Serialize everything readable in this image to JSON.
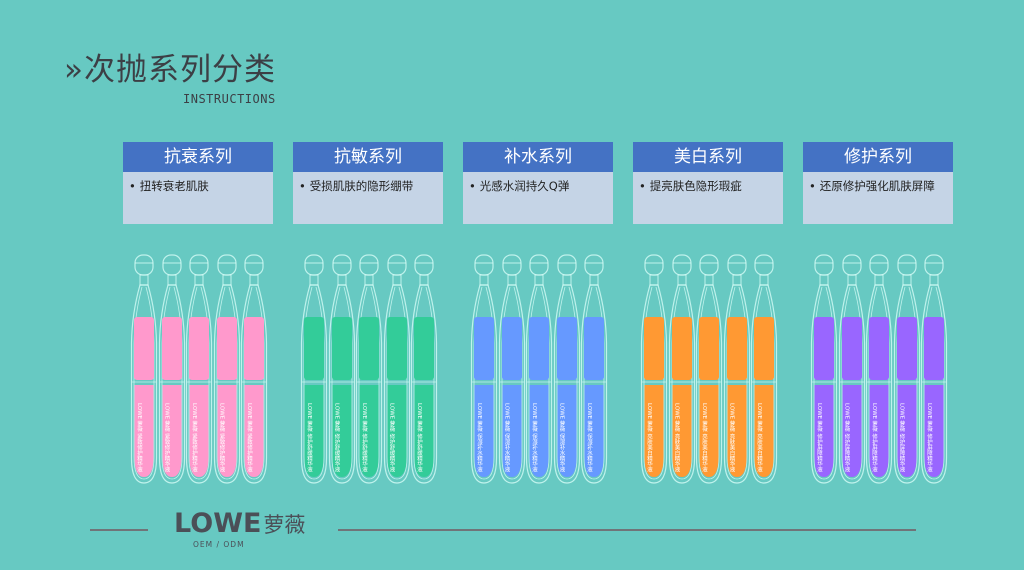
{
  "header": {
    "title": "»次抛系列分类",
    "subtitle": "INSTRUCTIONS"
  },
  "series": [
    {
      "name": "抗衰系列",
      "bullet": "扭转衰老肌肤",
      "color": "#ff99cc",
      "vial_label": "LOWE 萝薇 紧致修护精华液"
    },
    {
      "name": "抗敏系列",
      "bullet": "受损肌肤的隐形绷带",
      "color": "#33cc99",
      "vial_label": "LOWE 萝薇 修护舒缓精华液"
    },
    {
      "name": "补水系列",
      "bullet": "光感水润持久Q弹",
      "color": "#6699ff",
      "vial_label": "LOWE 萝薇 保湿补水精华液"
    },
    {
      "name": "美白系列",
      "bullet": "提亮肤色隐形瑕疵",
      "color": "#ff9933",
      "vial_label": "LOWE 萝薇 亮肤美白精华液"
    },
    {
      "name": "修护系列",
      "bullet": "还原修护强化肌肤屏障",
      "color": "#9966ff",
      "vial_label": "LOWE 萝薇 修护屏障精华液"
    }
  ],
  "footer": {
    "logo": "LOWE",
    "logo_cn": "萝薇",
    "tagline": "OEM / ODM"
  }
}
